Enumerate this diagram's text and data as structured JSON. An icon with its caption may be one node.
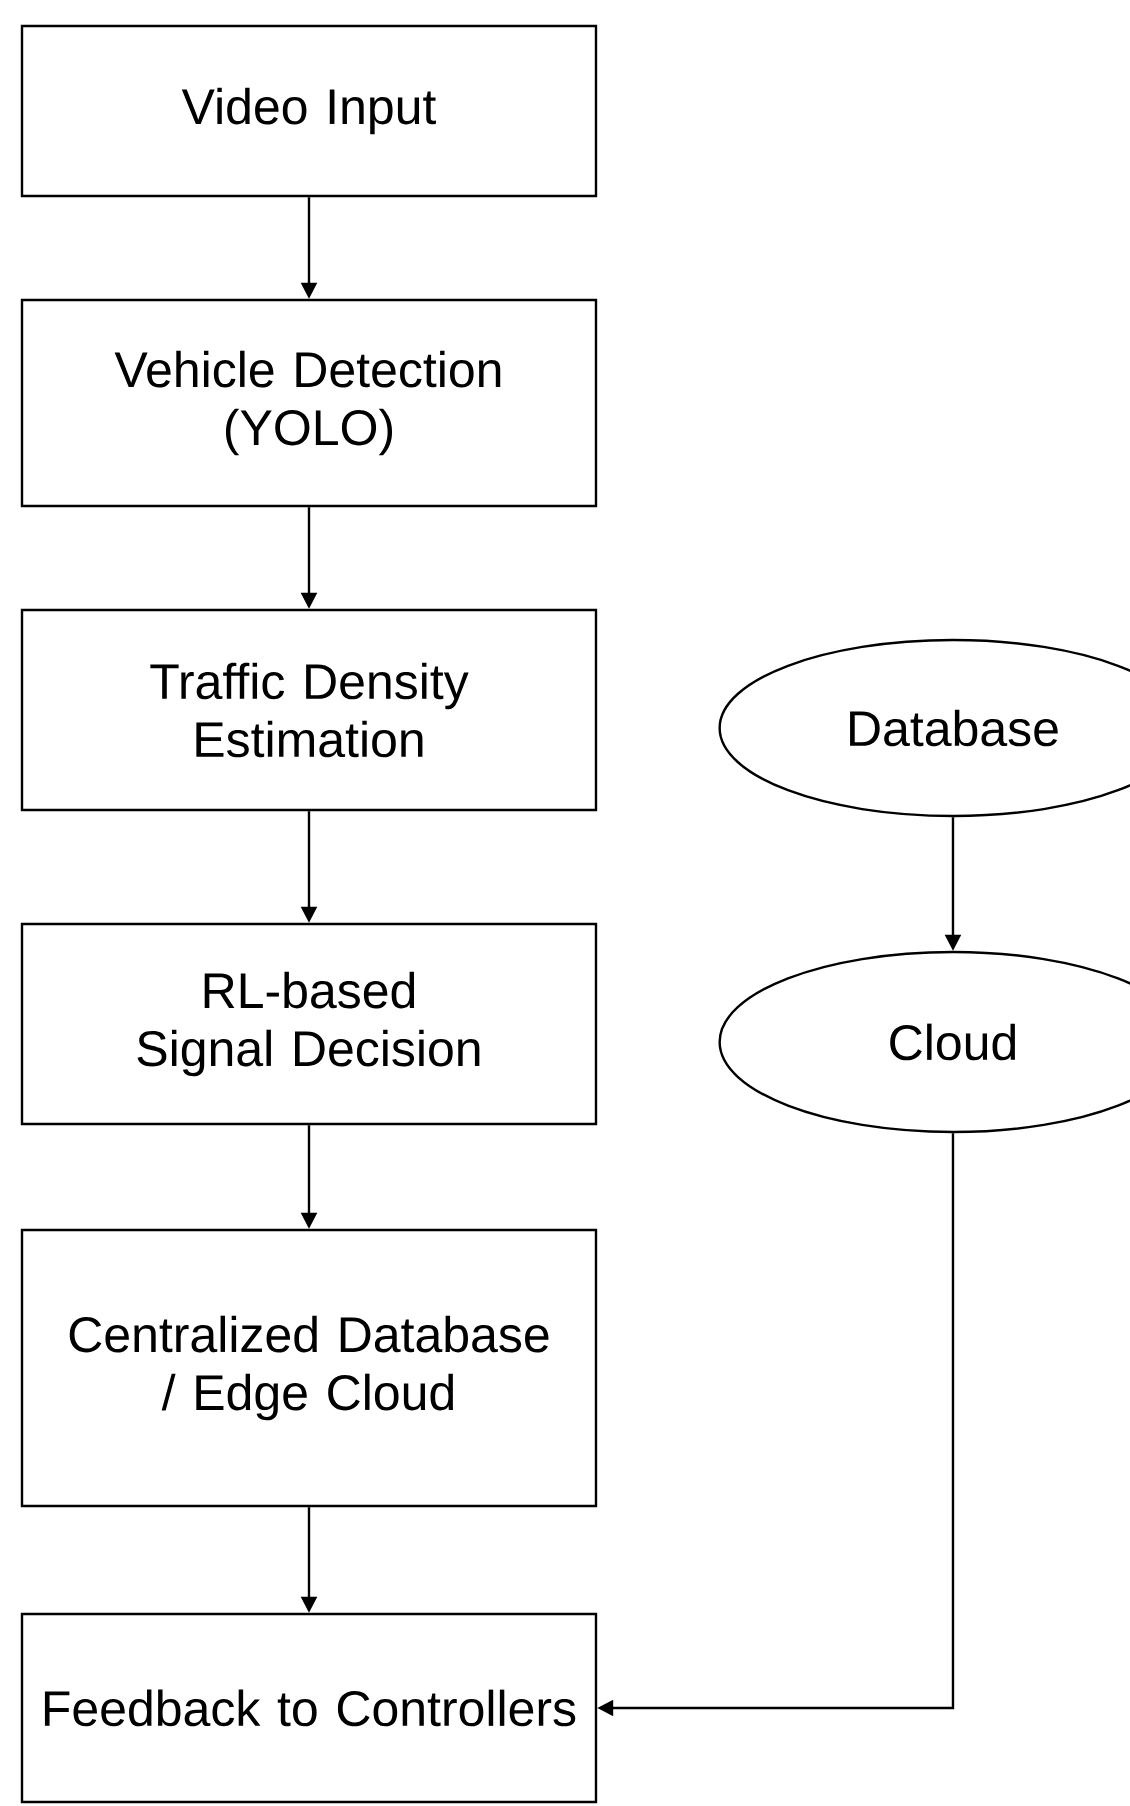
{
  "diagram": {
    "nodes": [
      {
        "text": [
          "Video Input"
        ]
      },
      {
        "text": [
          "Vehicle Detection (YOLO)"
        ]
      },
      {
        "text": [
          "Traffic Density Estimation"
        ]
      },
      {
        "text": [
          "RL-based Signal Decision"
        ]
      },
      {
        "text": [
          "Centralized Database / Edge Cloud"
        ]
      },
      {
        "text": [
          "Feedback to Controllers"
        ]
      },
      {
        "text": [
          "Database"
        ]
      },
      {
        "text": [
          "Cloud"
        ]
      }
    ],
    "edges": [
      {
        "from": 0,
        "to": 1,
        "arrow": "to"
      },
      {
        "from": 1,
        "to": 2,
        "arrow": "to"
      },
      {
        "from": 2,
        "to": 3,
        "arrow": "to"
      },
      {
        "from": 3,
        "to": 4,
        "arrow": "to"
      },
      {
        "from": 4,
        "to": 5,
        "arrow": "to"
      },
      {
        "from": 6,
        "to": 7,
        "arrow": "to"
      },
      {
        "from": 7,
        "to": 5,
        "arrow": "to"
      }
    ]
  }
}
